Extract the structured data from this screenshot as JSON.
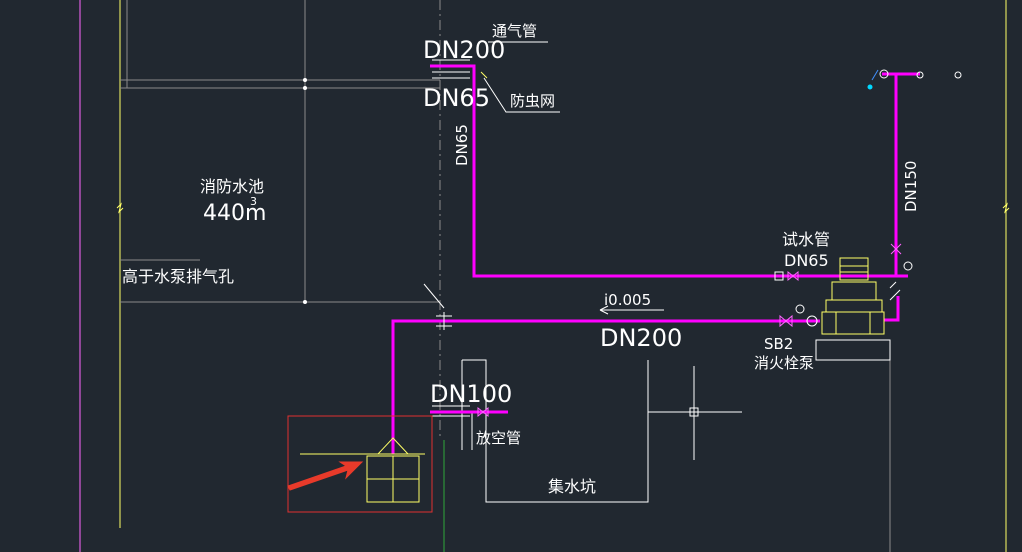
{
  "drawing": {
    "background": "#212830",
    "colors": {
      "pipe": "#ff00ff",
      "wall": "#ffff66",
      "line": "#ffffff",
      "grid": "#808080",
      "green_axis": "#2fa83a",
      "highlight": "#ff3030",
      "cyan": "#00d8ff"
    },
    "labels": {
      "vent_pipe": "通气管",
      "insect_screen": "防虫网",
      "fire_pool_name": "消防水池",
      "fire_pool_volume": "440m",
      "fire_pool_volume_unit": "3",
      "vent_hole": "高于水泵排气孔",
      "vent_dn200": "DN200",
      "vent_dn65": "DN65",
      "riser_dn65": "DN65",
      "riser_dn150": "DN150",
      "test_pipe": "试水管",
      "test_dn65": "DN65",
      "slope": "i0.005",
      "main_dn200": "DN200",
      "pump_code": "SB2",
      "pump_name": "消火栓泵",
      "drain_dn100": "DN100",
      "drain_pipe": "放空管",
      "sump_pit": "集水坑"
    },
    "annotation": {
      "arrow_icon": "red-arrow-icon",
      "highlight_box": "red-highlight-box"
    }
  }
}
